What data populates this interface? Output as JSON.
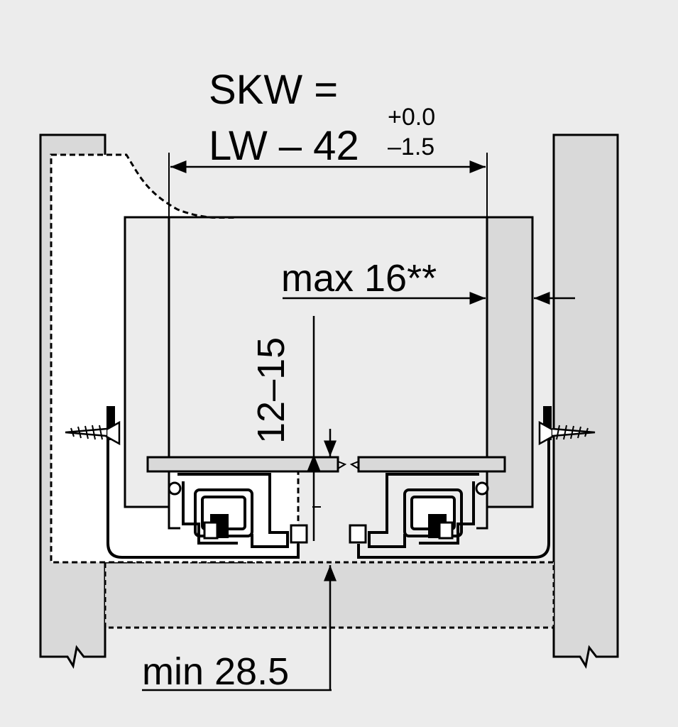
{
  "formula": {
    "line1": "SKW =",
    "line2": "LW – 42",
    "tol_plus": "+0.0",
    "tol_minus": "–1.5"
  },
  "dimensions": {
    "max_side": "max 16**",
    "height_range": "12–15",
    "min_bottom": "min 28.5"
  },
  "colors": {
    "background": "#ececec",
    "panel": "#d9d9d9",
    "stroke": "#000000"
  }
}
